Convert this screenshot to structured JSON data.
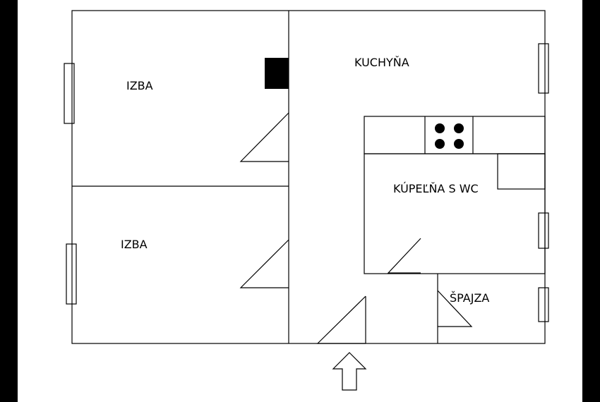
{
  "plan": {
    "rooms": {
      "room_top_left": "IZBA",
      "room_bottom_left": "IZBA",
      "kitchen": "KUCHYŇA",
      "bathroom": "KÚPEĽŇA S WC",
      "pantry": "ŠPAJZA"
    },
    "colors": {
      "background": "#000000",
      "paper": "#ffffff",
      "line": "#000000"
    },
    "icons": {
      "entrance": "up-arrow-icon",
      "stove": "stove-icon",
      "chimney": "chimney-block-icon"
    }
  }
}
